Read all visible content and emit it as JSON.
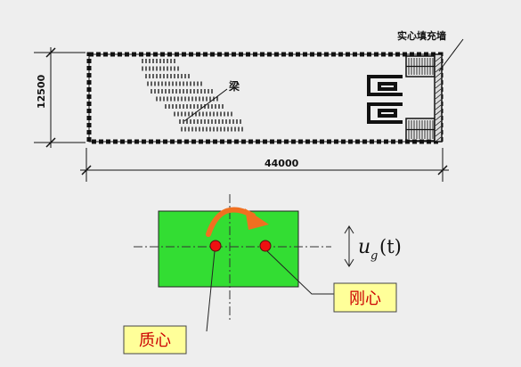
{
  "plan": {
    "infill_wall_label": "实心填充墙",
    "beam_label": "梁",
    "width_dimension": "12500",
    "length_dimension": "44000"
  },
  "model": {
    "ground_motion_symbol": "u",
    "ground_motion_subscript": "g",
    "ground_motion_argument": "(t)",
    "mass_center_label": "质心",
    "stiffness_center_label": "刚心"
  },
  "colors": {
    "background": "#eeeeee",
    "slab_fill": "#33dd33",
    "center_dot": "#ee1111",
    "torsion_arrow": "#f07020",
    "tag_fill": "#ffff99",
    "tag_text": "#cc0000"
  }
}
